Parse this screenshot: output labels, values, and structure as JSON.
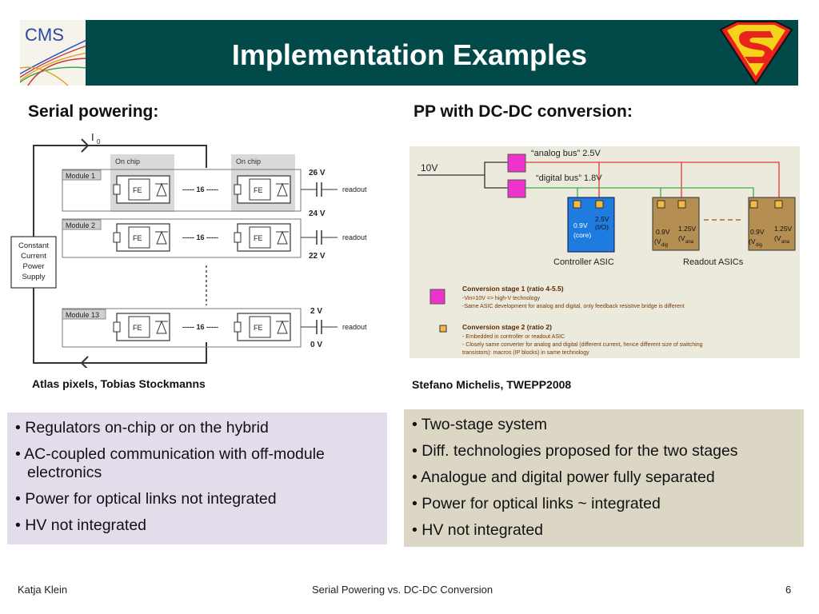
{
  "header": {
    "title": "Implementation Examples",
    "cms_logo_text": "CMS"
  },
  "left": {
    "heading": "Serial powering:",
    "diagram": {
      "current_label": "I",
      "current_sub": "0",
      "on_chip_labels": [
        "On chip",
        "On chip"
      ],
      "modules": [
        {
          "name": "Module 1",
          "fe": [
            "FE",
            "FE"
          ],
          "dots": "----- 16 -----",
          "readout": "readout"
        },
        {
          "name": "Module 2",
          "fe": [
            "FE",
            "FE"
          ],
          "dots": "----- 16 -----",
          "readout": "readout"
        },
        {
          "name": "Module 13",
          "fe": [
            "FE",
            "FE"
          ],
          "dots": "----- 16 -----",
          "readout": "readout"
        }
      ],
      "voltages": [
        "26 V",
        "24 V",
        "22 V",
        "2 V",
        "0 V"
      ],
      "supply_lines": [
        "Constant",
        "Current",
        "Power",
        "Supply"
      ]
    },
    "credit": "Atlas pixels, Tobias Stockmanns",
    "bullets": [
      "• Regulators on-chip or on the hybrid",
      "• AC-coupled communication with off-module electronics",
      "• Power for optical links not integrated",
      "• HV not integrated"
    ]
  },
  "right": {
    "heading": "PP with DC-DC conversion:",
    "diagram": {
      "input_voltage": "10V",
      "analog_bus": "“analog bus” 2.5V",
      "digital_bus": "“digital bus” 1.8V",
      "controller_core_v": "0.9V",
      "controller_core_l": "(core)",
      "controller_io_v": "2.5V",
      "controller_io_l": "(I/O)",
      "readout_dig_v": "0.9V",
      "readout_dig_l": "(V",
      "readout_dig_sub": "dig",
      "readout_ana_v": "1.25V",
      "readout_ana_l": "(V",
      "readout_ana_sub": "ana",
      "controller_label": "Controller ASIC",
      "readout_label": "Readout ASICs",
      "stage1_title": "Conversion stage 1 (ratio 4-5.5)",
      "stage1_lines": [
        "-Vin=10V => high-V technology",
        "-Same ASIC development for analog and digital, only feedback resistive bridge is different"
      ],
      "stage2_title": "Conversion stage 2 (ratio 2)",
      "stage2_lines": [
        "- Embedded in controller or readout ASIC",
        "- Closely same converter for analog and digital (different current, hence different size of switching",
        "transistors): macros (IP blocks) in same technology"
      ],
      "colors": {
        "analog_bus": "#e23a3a",
        "digital_bus": "#3cb043",
        "stage1": "#ee33cc",
        "stage2": "#f5b942",
        "controller": "#1e7be0",
        "readout": "#b58f52"
      }
    },
    "credit": "Stefano Michelis, TWEPP2008",
    "bullets": [
      "• Two-stage system",
      "• Diff. technologies proposed for the two stages",
      "• Analogue and digital power fully separated",
      "• Power for optical links ~ integrated",
      "• HV not integrated"
    ]
  },
  "footer": {
    "author": "Katja Klein",
    "center": "Serial Powering vs. DC-DC Conversion",
    "page": "6"
  }
}
